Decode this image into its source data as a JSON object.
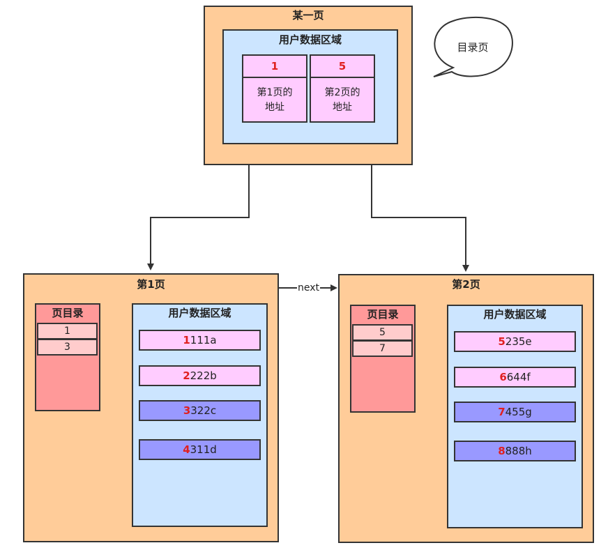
{
  "root_page": {
    "title": "某一页",
    "user_area_title": "用户数据区域",
    "entries": [
      {
        "key": "1",
        "text": "第1页的\n地址"
      },
      {
        "key": "5",
        "text": "第2页的\n地址"
      }
    ]
  },
  "callout": {
    "text": "目录页"
  },
  "next_label": "next",
  "pages": [
    {
      "title": "第1页",
      "directory_title": "页目录",
      "directory_slots": [
        "1",
        "3"
      ],
      "user_area_title": "用户数据区域",
      "records": [
        {
          "key": "1",
          "rest": "111a",
          "color": "#FFCCFF"
        },
        {
          "key": "2",
          "rest": "222b",
          "color": "#FFCCFF"
        },
        {
          "key": "3",
          "rest": "322c",
          "color": "#9999FF"
        },
        {
          "key": "4",
          "rest": "311d",
          "color": "#9999FF"
        }
      ]
    },
    {
      "title": "第2页",
      "directory_title": "页目录",
      "directory_slots": [
        "5",
        "7"
      ],
      "user_area_title": "用户数据区域",
      "records": [
        {
          "key": "5",
          "rest": "235e",
          "color": "#FFCCFF"
        },
        {
          "key": "6",
          "rest": "644f",
          "color": "#FFCCFF"
        },
        {
          "key": "7",
          "rest": "455g",
          "color": "#9999FF"
        },
        {
          "key": "8",
          "rest": "888h",
          "color": "#9999FF"
        }
      ]
    }
  ]
}
